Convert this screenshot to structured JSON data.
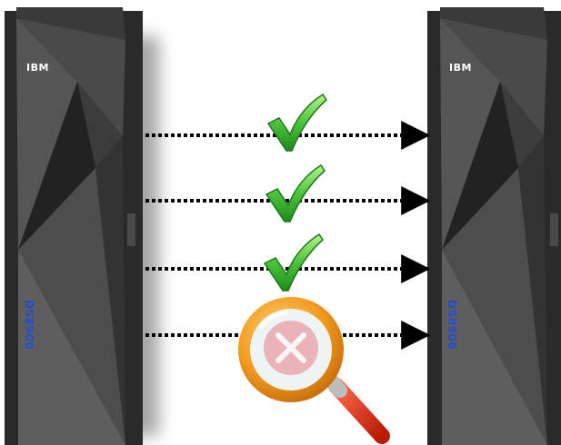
{
  "servers": {
    "left": {
      "brand": "IBM",
      "model": "DS8900"
    },
    "right": {
      "brand": "IBM",
      "model": "DS8900"
    }
  },
  "links": [
    {
      "status": "verified",
      "icon": "checkmark-icon"
    },
    {
      "status": "verified",
      "icon": "checkmark-icon"
    },
    {
      "status": "verified",
      "icon": "checkmark-icon"
    },
    {
      "status": "inspecting",
      "icon": "magnifier-error-icon"
    }
  ],
  "colors": {
    "cabinet_dark": "#2b2b2b",
    "cabinet_mid": "#555555",
    "check_green": "#3fbf3a",
    "magnifier_orange": "#f39a1e",
    "magnifier_handle": "#e02a12",
    "model_text": "#1f4fd6"
  }
}
